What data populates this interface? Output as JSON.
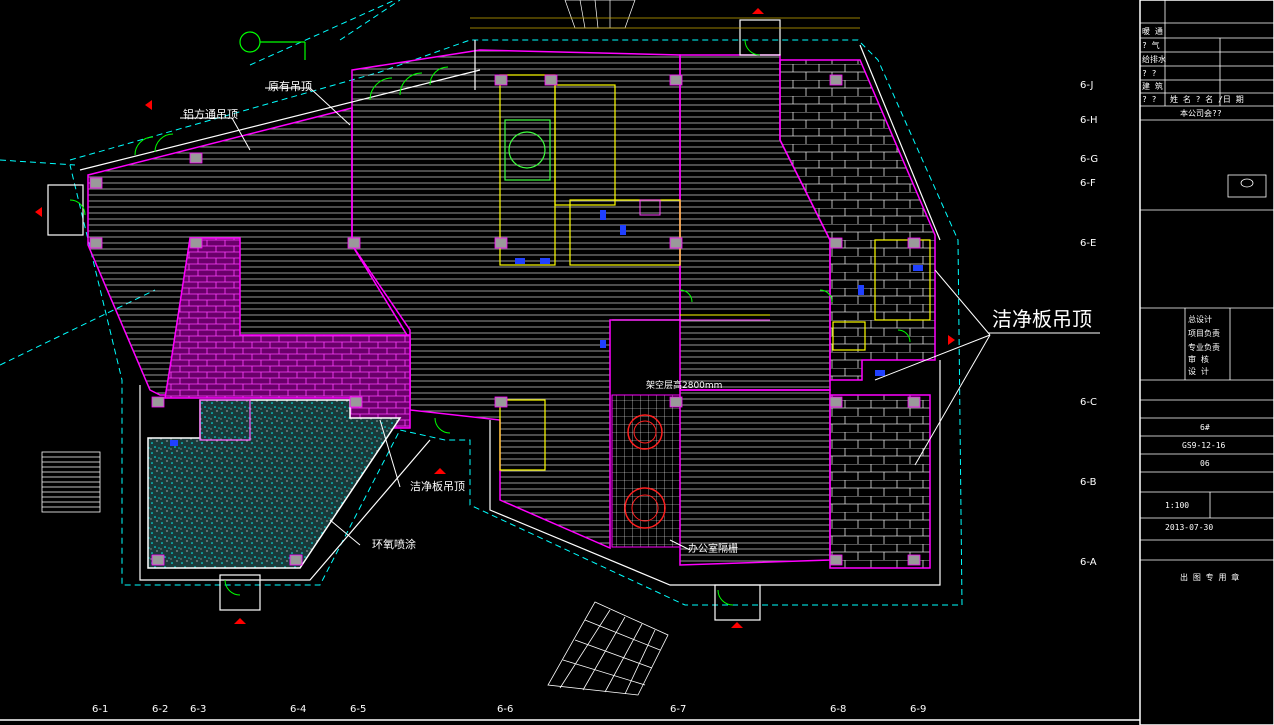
{
  "drawing": {
    "labels": {
      "original_ceiling": "原有吊顶",
      "aluminum_ceiling": "铝方通吊顶",
      "clean_panel_left": "洁净板吊顶",
      "clean_panel_big": "洁净板吊顶",
      "ring_spray": "环氧喷涂",
      "office_grille": "办公室隔栅",
      "raised_floor": "架空层高2800mm"
    },
    "axis_rows": [
      "6-J",
      "6-H",
      "6-G",
      "6-F",
      "6-E",
      "6-C",
      "6-B",
      "6-A"
    ],
    "axis_cols": [
      "6-1",
      "6-2",
      "6-3",
      "6-4",
      "6-5",
      "6-6",
      "6-7",
      "6-8",
      "6-9"
    ]
  },
  "title_block": {
    "rows_top": [
      {
        "a": "暖 通",
        "b": ""
      },
      {
        "a": "? 气",
        "b": ""
      },
      {
        "a": "给排水",
        "b": ""
      },
      {
        "a": "? ?",
        "b": ""
      },
      {
        "a": "建 筑",
        "b": ""
      },
      {
        "a": "? ?",
        "b": "姓 名 ? 名 /日 期"
      }
    ],
    "company": "本公司会??",
    "roles": [
      "总设计",
      "项目负责",
      "专业负责",
      "审 核",
      "设 计"
    ],
    "drawing_no": "GS9-12-16",
    "sheet": "06",
    "scale": "1:100",
    "date": "2013-07-30",
    "version_tag": "6#",
    "footer": "出 图 专 用 章"
  },
  "colors": {
    "magenta": "#ff00ff",
    "cyan": "#00ffff",
    "yellow": "#ffff00",
    "red": "#ff0000",
    "blue": "#0000ff",
    "green": "#00ff00",
    "white": "#ffffff",
    "gray": "#a0a0a0"
  }
}
